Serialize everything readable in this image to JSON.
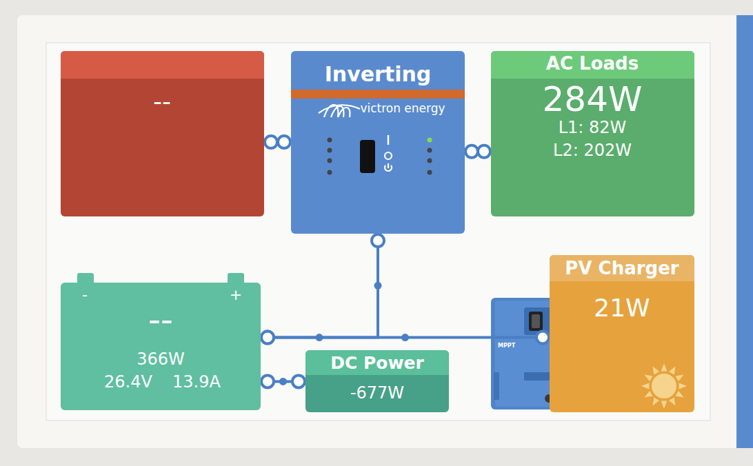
{
  "diagram": {
    "nodes": [
      {
        "text": [
          "--"
        ]
      },
      {
        "text": [
          "Inverting",
          "victron energy"
        ]
      },
      {
        "text": [
          "AC Loads",
          "284W",
          "L1: 82W",
          "L2: 202W"
        ]
      },
      {
        "text": [
          "-",
          "+",
          "--",
          "366W",
          "26.4V",
          "13.9A"
        ]
      },
      {
        "text": [
          "DC Power",
          "-677W"
        ]
      },
      {
        "text": [
          "PV Charger",
          "21W"
        ]
      }
    ],
    "edges": [
      {
        "from": 0,
        "to": 1,
        "arrow": "none"
      },
      {
        "from": 1,
        "to": 2,
        "arrow": "none"
      },
      {
        "from": 1,
        "to": 3,
        "arrow": "none"
      },
      {
        "from": 5,
        "to": 3,
        "arrow": "none"
      },
      {
        "from": 3,
        "to": 4,
        "arrow": "none"
      }
    ],
    "labels": [
      "MPPT"
    ]
  }
}
